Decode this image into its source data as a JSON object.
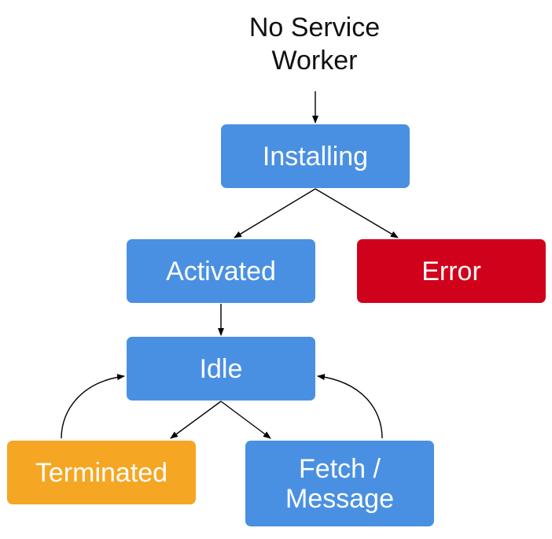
{
  "diagram": {
    "start": {
      "line1": "No Service",
      "line2": "Worker"
    },
    "nodes": {
      "installing": {
        "label": "Installing",
        "color": "#4A90E2"
      },
      "activated": {
        "label": "Activated",
        "color": "#4A90E2"
      },
      "error": {
        "label": "Error",
        "color": "#D0021B"
      },
      "idle": {
        "label": "Idle",
        "color": "#4A90E2"
      },
      "terminated": {
        "label": "Terminated",
        "color": "#F5A623"
      },
      "fetch": {
        "line1": "Fetch /",
        "line2": "Message",
        "color": "#4A90E2"
      }
    },
    "edges": [
      {
        "from": "start",
        "to": "installing"
      },
      {
        "from": "installing",
        "to": "activated"
      },
      {
        "from": "installing",
        "to": "error"
      },
      {
        "from": "activated",
        "to": "idle"
      },
      {
        "from": "idle",
        "to": "terminated"
      },
      {
        "from": "idle",
        "to": "fetch"
      },
      {
        "from": "terminated",
        "to": "idle"
      },
      {
        "from": "fetch",
        "to": "idle"
      }
    ],
    "arrow_color": "#000000"
  }
}
